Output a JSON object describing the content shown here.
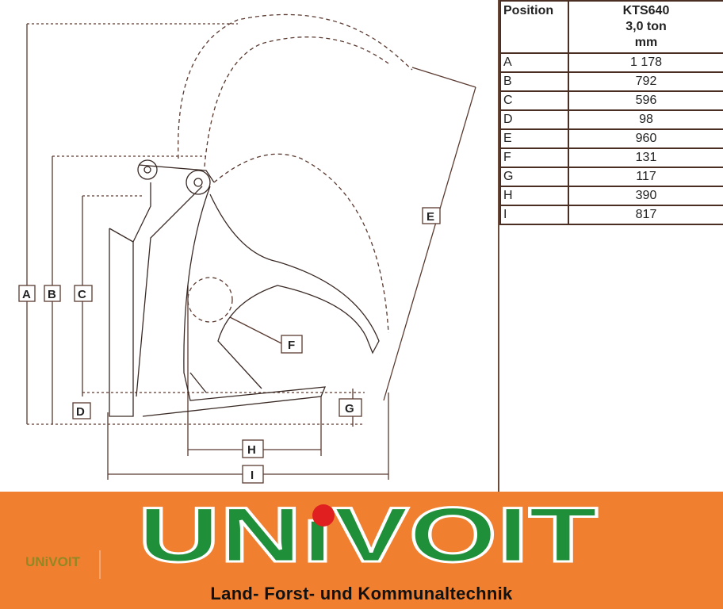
{
  "table": {
    "headers": [
      "Position",
      "KTS640",
      "3,0 ton",
      "mm"
    ],
    "rows": [
      [
        "A",
        "1 178"
      ],
      [
        "B",
        "792"
      ],
      [
        "C",
        "596"
      ],
      [
        "D",
        "98"
      ],
      [
        "E",
        "960"
      ],
      [
        "F",
        "131"
      ],
      [
        "G",
        "117"
      ],
      [
        "H",
        "390"
      ],
      [
        "I",
        "817"
      ]
    ]
  },
  "diagram": {
    "labels": {
      "A": "A",
      "B": "B",
      "C": "C",
      "D": "D",
      "E": "E",
      "F": "F",
      "G": "G",
      "H": "H",
      "I": "I"
    }
  },
  "banner": {
    "logo": "UNiVOIT",
    "tagline": "Land- Forst- und Kommunaltechnik",
    "watermark": "UNiVOIT"
  },
  "colors": {
    "banner": "#f08030",
    "logo_green": "#1f8f3a",
    "logo_dot": "#e02020"
  }
}
